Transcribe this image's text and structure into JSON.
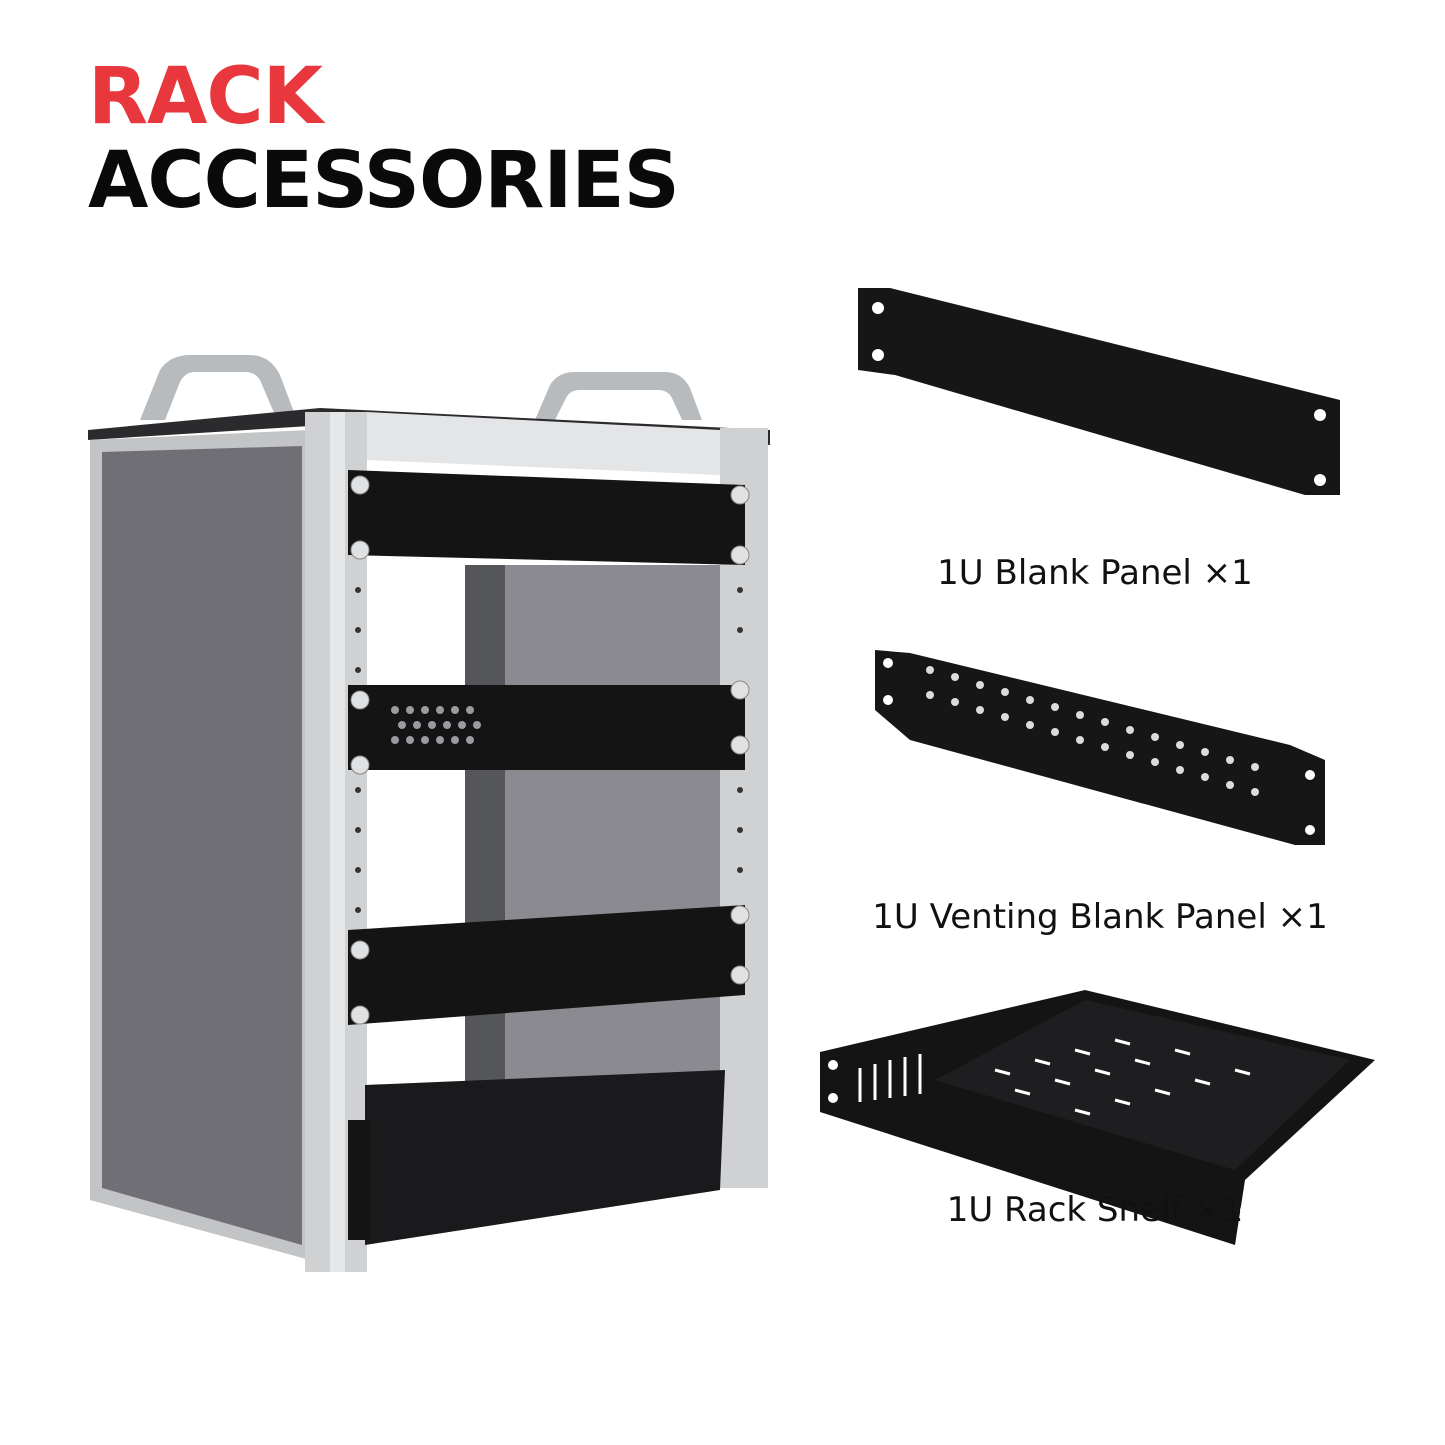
{
  "heading": {
    "line1": "RACK",
    "line2": "ACCESSORIES",
    "accent_color": "#e8373d",
    "text_color": "#0a0a0a"
  },
  "products": [
    {
      "label": "1U Blank Panel ×1",
      "icon": "blank-panel-icon"
    },
    {
      "label": "1U Venting Blank Panel ×1",
      "icon": "venting-panel-icon"
    },
    {
      "label": "1U Rack Shelf ×1",
      "icon": "rack-shelf-icon"
    }
  ],
  "rack_image": {
    "icon": "rack-cabinet-icon",
    "frame_color": "#c9cbcd",
    "panel_color": "#7b7b80",
    "metal_color": "#141414"
  }
}
